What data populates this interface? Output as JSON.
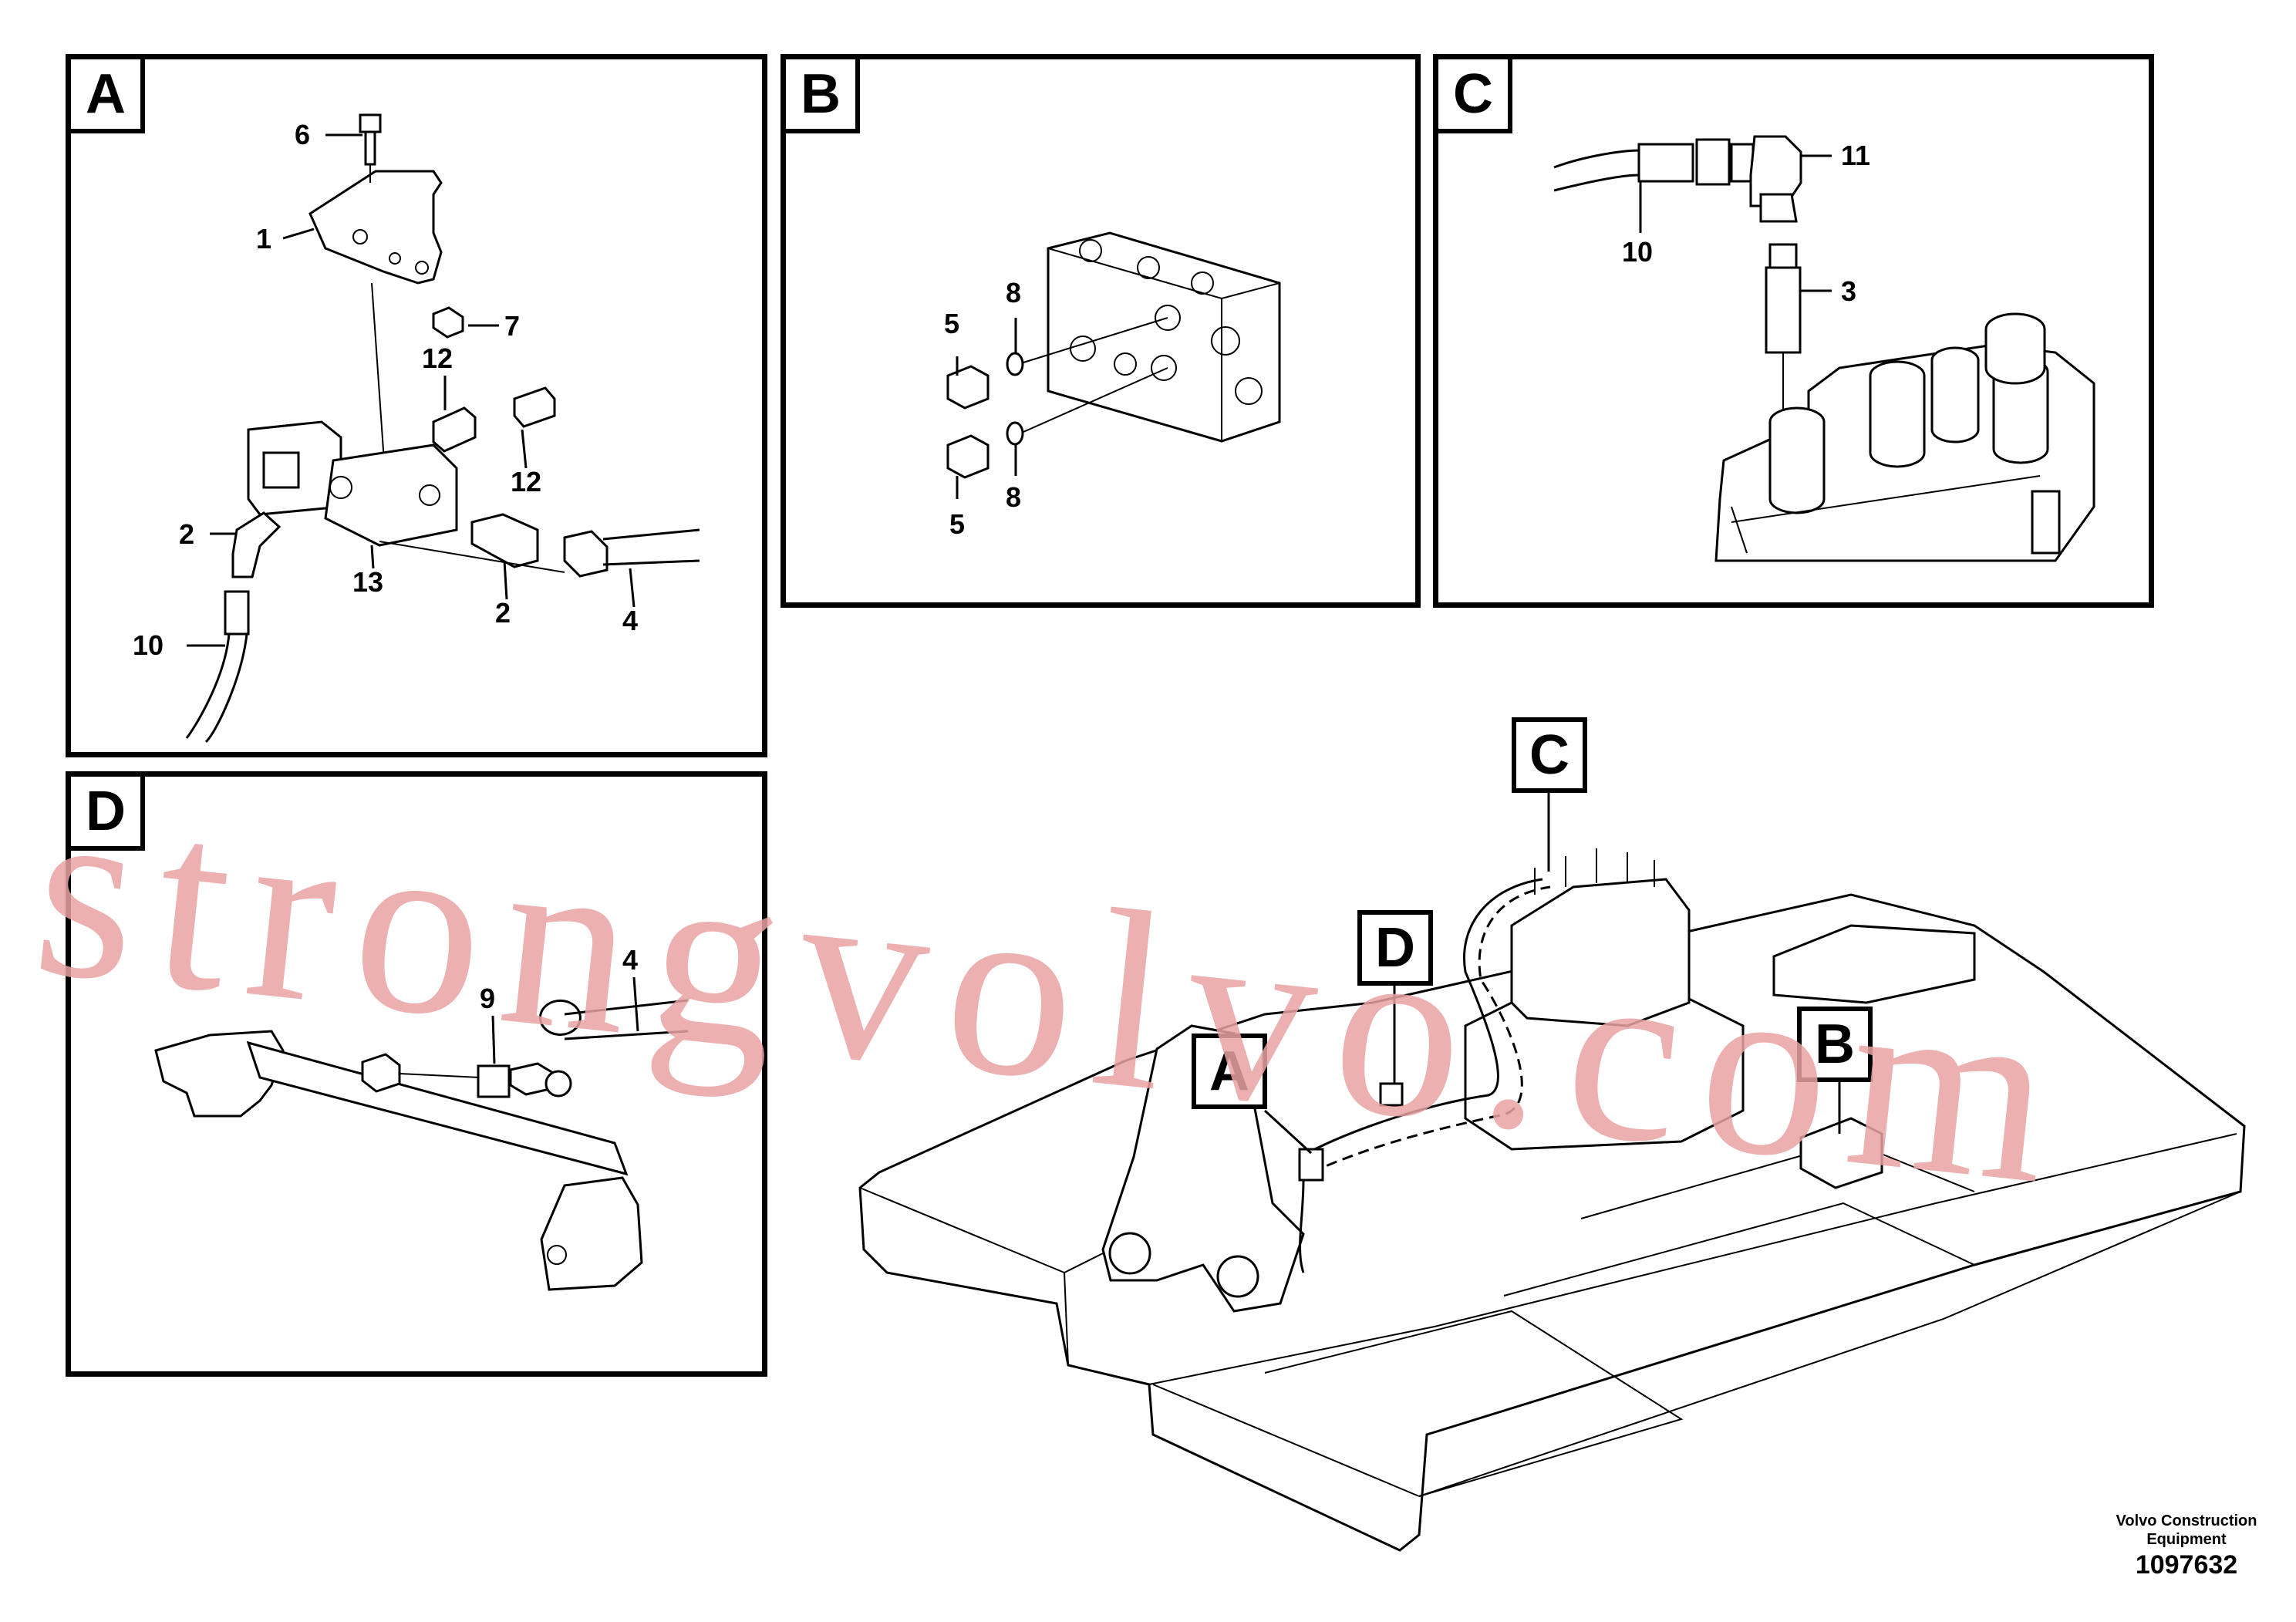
{
  "panels": [
    {
      "tag": "A",
      "labels": [
        "6",
        "1",
        "7",
        "12",
        "12",
        "2",
        "13",
        "2",
        "4",
        "10"
      ]
    },
    {
      "tag": "B",
      "labels": [
        "5",
        "8",
        "8",
        "5"
      ]
    },
    {
      "tag": "C",
      "labels": [
        "11",
        "10",
        "3"
      ]
    },
    {
      "tag": "D",
      "labels": [
        "4",
        "9"
      ]
    }
  ],
  "callouts": {
    "a": "A",
    "b": "B",
    "c": "C",
    "d": "D"
  },
  "credit": {
    "line1": "Volvo Construction",
    "line2": "Equipment"
  },
  "doc_number": "1097632",
  "watermark": "strongvolvo.com"
}
